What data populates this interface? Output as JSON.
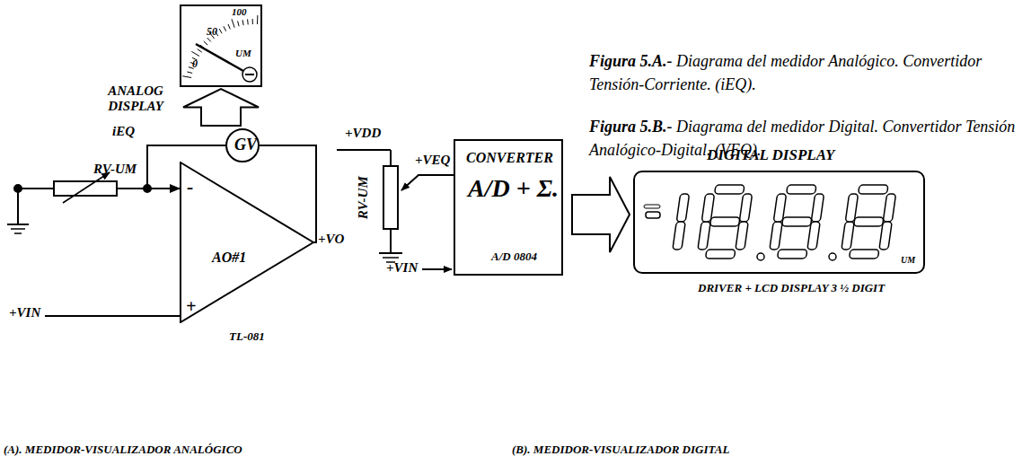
{
  "diagram": {
    "nodes": [
      {
        "text": [
          "ANALOG DISPLAY",
          "0",
          "50",
          "100",
          "UM"
        ]
      },
      {
        "text": [
          "GV"
        ]
      },
      {
        "text": [
          "-",
          "+",
          "AO#1",
          "TL-081"
        ]
      },
      {
        "text": [
          "CONVERTER",
          "A/D + Σ.",
          "A/D 0804"
        ]
      },
      {
        "text": [
          "DIGITAL DISPLAY",
          "UM",
          "DRIVER + LCD DISPLAY 3 ½ DIGIT"
        ]
      }
    ],
    "edges": [
      {
        "from": 1,
        "to": 0,
        "arrow": "to"
      },
      {
        "from": 2,
        "to": 1,
        "arrow": "none"
      },
      {
        "from": 1,
        "to": 2,
        "arrow": "to",
        "label": "iEQ"
      },
      {
        "from": 3,
        "to": 4,
        "arrow": "to"
      }
    ],
    "labels": [
      "Figura 5.A.-",
      "Diagrama del medidor Analógico. Convertidor Tensión-Corriente. (iEQ).",
      "Figura 5.B.-",
      "Diagrama del medidor Digital. Convertidor Tensión Analógico-Digital. (VEQ).",
      "RV-UM",
      "+VO",
      "+VIN",
      "+VDD",
      "RV-UM",
      "+VEQ",
      "+VIN",
      "(A). MEDIDOR-VISUALIZADOR ANALÓGICO",
      "(B). MEDIDOR-VISUALIZADOR DIGITAL"
    ]
  }
}
